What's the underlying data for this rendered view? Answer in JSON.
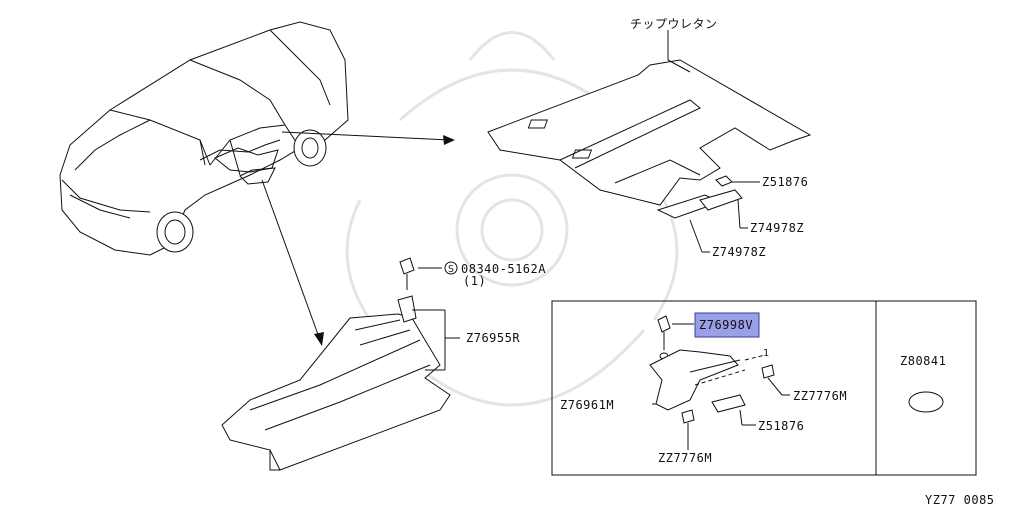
{
  "labels": {
    "chip_urethane": "チップウレタン",
    "z51876_top": "Z51876",
    "z74978z_a": "Z74978Z",
    "z74978z_b": "Z74978Z",
    "bolt_part": "08340-5162A",
    "bolt_qty": "(1)",
    "bolt_symbol": "S",
    "z76955r": "Z76955R",
    "z76998v": "Z76998V",
    "z76961m": "Z76961M",
    "zz7776m_right": "ZZ7776M",
    "z51876_bottom": "Z51876",
    "zz7776m_bottom": "ZZ7776M",
    "z80841": "Z80841",
    "detail_mark": "1"
  },
  "footer": {
    "code": "YZ77 0085"
  },
  "colors": {
    "highlight": "#9aa0e8",
    "ink": "#111111",
    "watermark": "#e6e6e6"
  }
}
